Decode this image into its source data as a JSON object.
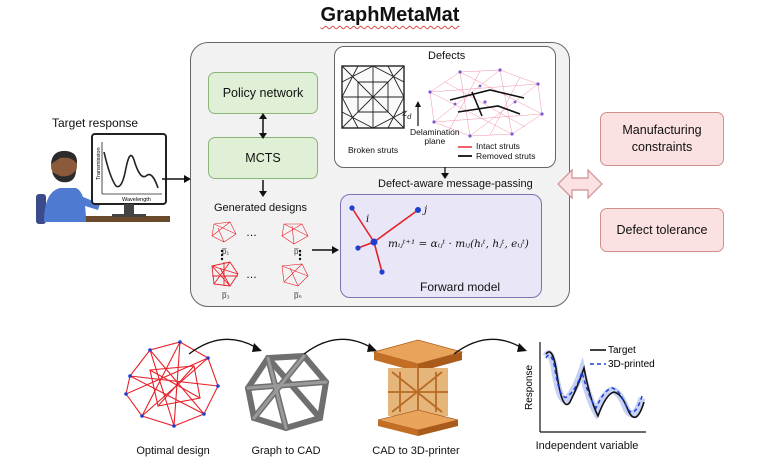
{
  "title": "GraphMetaMat",
  "target_response": {
    "label": "Target response",
    "screen_ylabel": "Transmission",
    "screen_xlabel": "Wavelength"
  },
  "policy_network": "Policy network",
  "mcts": "MCTS",
  "generated_designs": {
    "label": "Generated designs",
    "designs": [
      "p̅₁",
      "p̅₂",
      "p̅₃",
      "p̅ₙ"
    ],
    "ellipsis": "…"
  },
  "defects": {
    "title": "Defects",
    "broken_struts": "Broken struts",
    "z_label": "z",
    "z_sub": "d",
    "delamination_line1": "Delamination",
    "delamination_line2": "plane",
    "legend_intact": "Intact struts",
    "legend_removed": "Removed struts"
  },
  "message_passing": {
    "title": "Defect-aware message-passing",
    "node_i": "i",
    "node_j": "j",
    "equation": "mᵢⱼᵗ⁺¹ = αᵢⱼᵗ · mᵢⱼ(hᵢᵗ, hⱼᵗ, eᵢⱼᵗ)",
    "forward_model": "Forward model"
  },
  "manufacturing_constraints": "Manufacturing constraints",
  "defect_tolerance": "Defect tolerance",
  "pipeline": {
    "optimal_design": "Optimal design",
    "graph_to_cad": "Graph to CAD",
    "cad_to_printer": "CAD to 3D-printer"
  },
  "result_plot": {
    "ylabel": "Response",
    "xlabel": "Independent variable",
    "legend_target": "Target",
    "legend_printed": "3D-printed"
  },
  "colors": {
    "green_fill": "#dff0d6",
    "pink_fill": "#fbe1e1",
    "purple_fill": "#e9e6f7",
    "strut_red": "#e8202a",
    "node_blue": "#1f3fcf",
    "printed_orange": "#e08a35",
    "cad_gray": "#6f6f6f"
  }
}
